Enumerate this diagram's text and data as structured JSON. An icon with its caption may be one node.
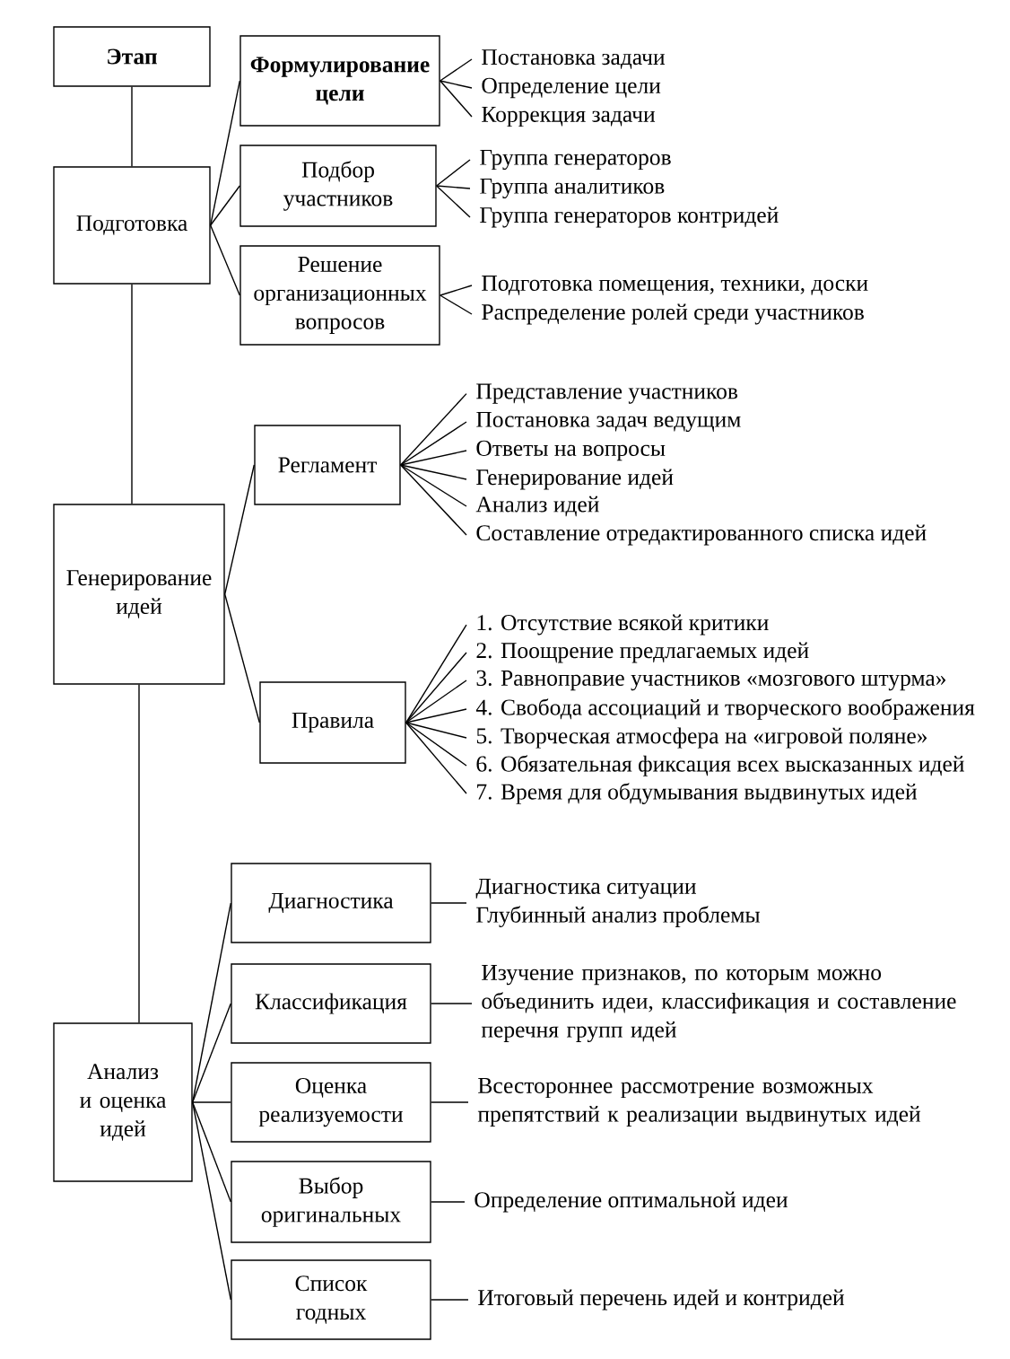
{
  "diagram": {
    "nodes": [
      {
        "text": [
          "Этап"
        ]
      },
      {
        "text": [
          "Подготовка"
        ]
      },
      {
        "text": [
          "Формулирование цели"
        ]
      },
      {
        "text": [
          "Постановка задачи"
        ]
      },
      {
        "text": [
          "Определение цели"
        ]
      },
      {
        "text": [
          "Коррекция задачи"
        ]
      },
      {
        "text": [
          "Подбор участников"
        ]
      },
      {
        "text": [
          "Группа генераторов"
        ]
      },
      {
        "text": [
          "Группа аналитиков"
        ]
      },
      {
        "text": [
          "Группа генераторов контридей"
        ]
      },
      {
        "text": [
          "Решение организационных вопросов"
        ]
      },
      {
        "text": [
          "Подготовка помещения, техники, доски"
        ]
      },
      {
        "text": [
          "Распределение ролей среди участников"
        ]
      },
      {
        "text": [
          "Генерирование идей"
        ]
      },
      {
        "text": [
          "Регламент"
        ]
      },
      {
        "text": [
          "Представление участников"
        ]
      },
      {
        "text": [
          "Постановка задач ведущим"
        ]
      },
      {
        "text": [
          "Ответы на вопросы"
        ]
      },
      {
        "text": [
          "Генерирование идей"
        ]
      },
      {
        "text": [
          "Анализ идей"
        ]
      },
      {
        "text": [
          "Составление отредактированного списка идей"
        ]
      },
      {
        "text": [
          "Правила"
        ]
      },
      {
        "text": [
          "1. Отсутствие всякой критики"
        ]
      },
      {
        "text": [
          "2. Поощрение предлагаемых идей"
        ]
      },
      {
        "text": [
          "3. Равноправие участников «мозгового штурма»"
        ]
      },
      {
        "text": [
          "4. Свобода ассоциаций и творческого воображения"
        ]
      },
      {
        "text": [
          "5. Творческая атмосфера на «игровой поляне»"
        ]
      },
      {
        "text": [
          "6. Обязательная фиксация всех высказанных идей"
        ]
      },
      {
        "text": [
          "7. Время для обдумывания выдвинутых идей"
        ]
      },
      {
        "text": [
          "Анализ и оценка идей"
        ]
      },
      {
        "text": [
          "Диагностика"
        ]
      },
      {
        "text": [
          "Диагностика ситуации",
          "Глубинный анализ проблемы"
        ]
      },
      {
        "text": [
          "Классификация"
        ]
      },
      {
        "text": [
          "Изучение признаков, по которым можно объединить идеи, классификация и составление перечня групп идей"
        ]
      },
      {
        "text": [
          "Оценка реализуемости"
        ]
      },
      {
        "text": [
          "Всестороннее рассмотрение возможных препятствий к реализации выдвинутых идей"
        ]
      },
      {
        "text": [
          "Выбор оригинальных"
        ]
      },
      {
        "text": [
          "Определение оптимальной идеи"
        ]
      },
      {
        "text": [
          "Список годных"
        ]
      },
      {
        "text": [
          "Итоговый перечень идей и контридей"
        ]
      }
    ],
    "edges": [
      {
        "from": 0,
        "to": 1,
        "arrow": "none"
      },
      {
        "from": 1,
        "to": 13,
        "arrow": "none"
      },
      {
        "from": 13,
        "to": 29,
        "arrow": "none"
      },
      {
        "from": 1,
        "to": 2,
        "arrow": "none"
      },
      {
        "from": 2,
        "to": 3,
        "arrow": "none"
      },
      {
        "from": 2,
        "to": 4,
        "arrow": "none"
      },
      {
        "from": 2,
        "to": 5,
        "arrow": "none"
      },
      {
        "from": 1,
        "to": 6,
        "arrow": "none"
      },
      {
        "from": 6,
        "to": 7,
        "arrow": "none"
      },
      {
        "from": 6,
        "to": 8,
        "arrow": "none"
      },
      {
        "from": 6,
        "to": 9,
        "arrow": "none"
      },
      {
        "from": 1,
        "to": 10,
        "arrow": "none"
      },
      {
        "from": 10,
        "to": 11,
        "arrow": "none"
      },
      {
        "from": 10,
        "to": 12,
        "arrow": "none"
      },
      {
        "from": 13,
        "to": 14,
        "arrow": "none"
      },
      {
        "from": 14,
        "to": 15,
        "arrow": "none"
      },
      {
        "from": 14,
        "to": 16,
        "arrow": "none"
      },
      {
        "from": 14,
        "to": 17,
        "arrow": "none"
      },
      {
        "from": 14,
        "to": 18,
        "arrow": "none"
      },
      {
        "from": 14,
        "to": 19,
        "arrow": "none"
      },
      {
        "from": 14,
        "to": 20,
        "arrow": "none"
      },
      {
        "from": 13,
        "to": 21,
        "arrow": "none"
      },
      {
        "from": 21,
        "to": 22,
        "arrow": "none"
      },
      {
        "from": 21,
        "to": 23,
        "arrow": "none"
      },
      {
        "from": 21,
        "to": 24,
        "arrow": "none"
      },
      {
        "from": 21,
        "to": 25,
        "arrow": "none"
      },
      {
        "from": 21,
        "to": 26,
        "arrow": "none"
      },
      {
        "from": 21,
        "to": 27,
        "arrow": "none"
      },
      {
        "from": 21,
        "to": 28,
        "arrow": "none"
      },
      {
        "from": 29,
        "to": 30,
        "arrow": "none"
      },
      {
        "from": 30,
        "to": 31,
        "arrow": "none"
      },
      {
        "from": 29,
        "to": 32,
        "arrow": "none"
      },
      {
        "from": 32,
        "to": 33,
        "arrow": "none"
      },
      {
        "from": 29,
        "to": 34,
        "arrow": "none"
      },
      {
        "from": 34,
        "to": 35,
        "arrow": "none"
      },
      {
        "from": 29,
        "to": 36,
        "arrow": "none"
      },
      {
        "from": 36,
        "to": 37,
        "arrow": "none"
      },
      {
        "from": 29,
        "to": 38,
        "arrow": "none"
      },
      {
        "from": 38,
        "to": 39,
        "arrow": "none"
      }
    ]
  }
}
